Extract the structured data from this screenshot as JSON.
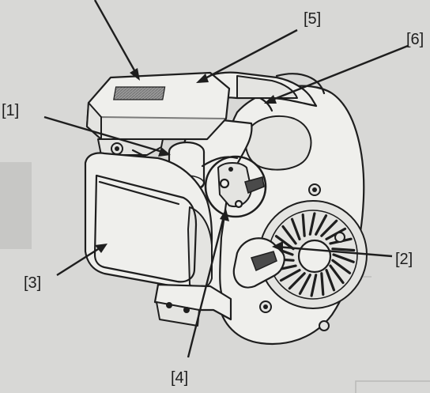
{
  "callouts": [
    {
      "id": "1",
      "label": "[1]"
    },
    {
      "id": "2",
      "label": "[2]"
    },
    {
      "id": "3",
      "label": "[3]"
    },
    {
      "id": "4",
      "label": "[4]"
    },
    {
      "id": "5",
      "label": "[5]"
    },
    {
      "id": "6",
      "label": "[6]"
    }
  ],
  "colors": {
    "paper": "#d8d8d6",
    "ink": "#1e1e1e",
    "face": "#efefec"
  }
}
